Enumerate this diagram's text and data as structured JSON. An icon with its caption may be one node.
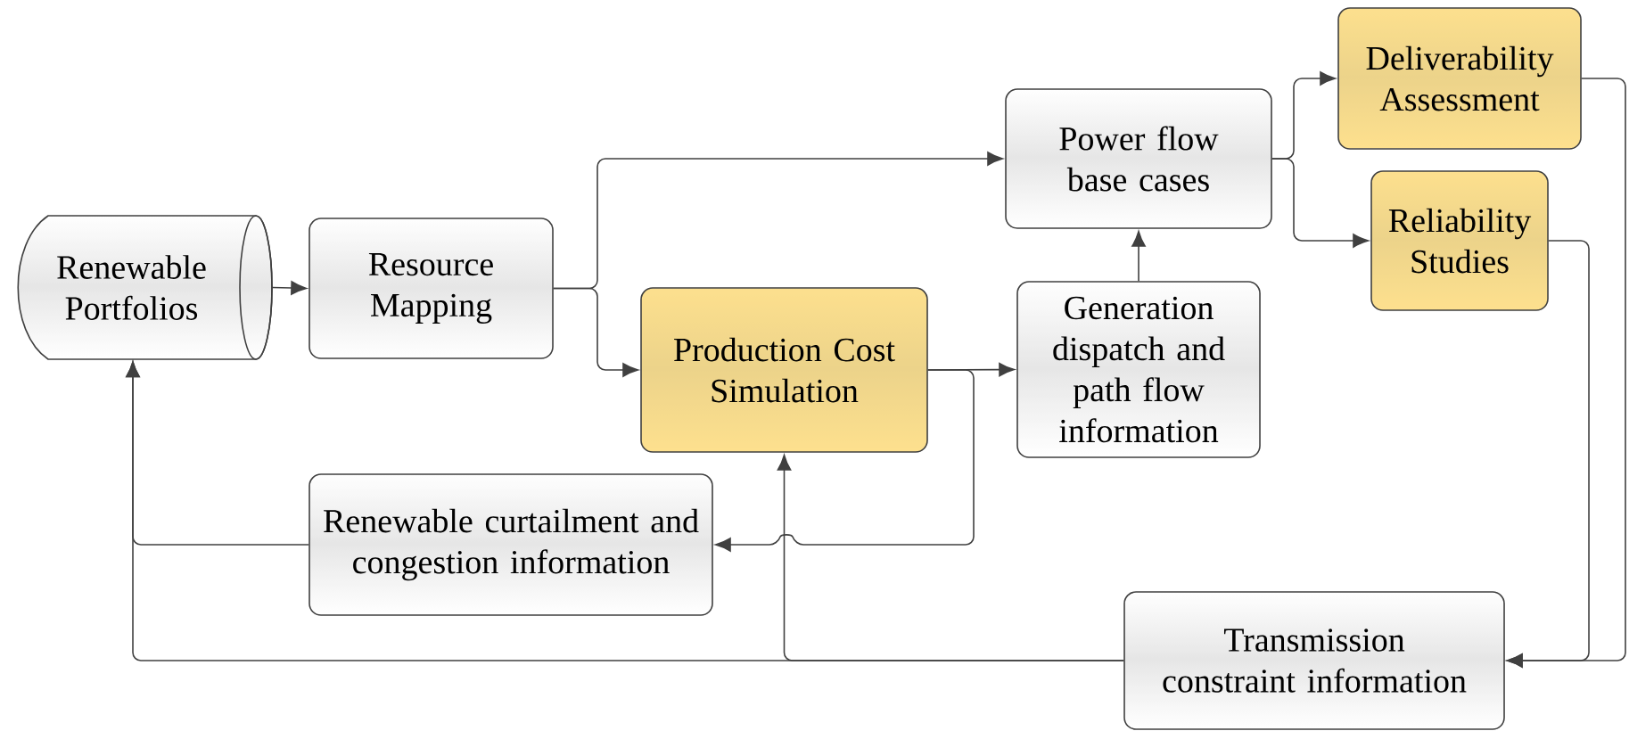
{
  "diagram": {
    "nodes": [
      {
        "text": [
          "Renewable Portfolios"
        ]
      },
      {
        "text": [
          "Resource Mapping"
        ]
      },
      {
        "text": [
          "Power flow base cases"
        ]
      },
      {
        "text": [
          "Deliverability Assessment"
        ]
      },
      {
        "text": [
          "Reliability Studies"
        ]
      },
      {
        "text": [
          "Production Cost Simulation"
        ]
      },
      {
        "text": [
          "Generation dispatch and path flow information"
        ]
      },
      {
        "text": [
          "Renewable curtailment and congestion information"
        ]
      },
      {
        "text": [
          "Transmission constraint information"
        ]
      }
    ],
    "edges": [
      {
        "from": 0,
        "to": 1,
        "arrow": "to"
      },
      {
        "from": 1,
        "to": 2,
        "arrow": "to"
      },
      {
        "from": 1,
        "to": 5,
        "arrow": "to"
      },
      {
        "from": 6,
        "to": 2,
        "arrow": "to"
      },
      {
        "from": 2,
        "to": 3,
        "arrow": "to"
      },
      {
        "from": 2,
        "to": 4,
        "arrow": "to"
      },
      {
        "from": 5,
        "to": 6,
        "arrow": "to"
      },
      {
        "from": 5,
        "to": 7,
        "arrow": "to"
      },
      {
        "from": 4,
        "to": 8,
        "arrow": "to"
      },
      {
        "from": 3,
        "to": 8,
        "arrow": "to"
      },
      {
        "from": 8,
        "to": 5,
        "arrow": "to"
      },
      {
        "from": 8,
        "to": 0,
        "arrow": "to"
      },
      {
        "from": 7,
        "to": 0,
        "arrow": "to"
      }
    ]
  }
}
